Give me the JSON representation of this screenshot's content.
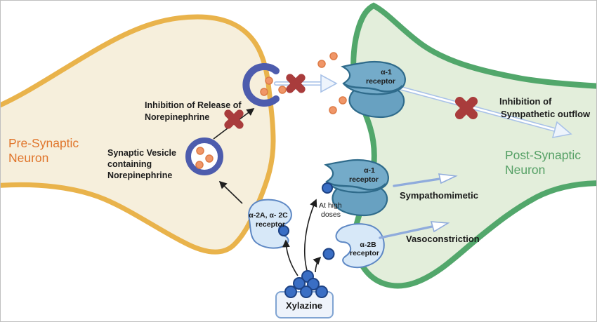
{
  "diagram": {
    "pre_neuron": {
      "line1": "Pre-Synaptic",
      "line2": "Neuron"
    },
    "post_neuron": {
      "line1": "Post-Synaptic",
      "line2": "Neuron"
    },
    "inhibition_release": {
      "line1": "Inhibition of Release of",
      "line2": "Norepinephrine"
    },
    "vesicle_label": {
      "line1": "Synaptic Vesicle",
      "line2": "containing",
      "line3": "Norepinephrine"
    },
    "a1_receptor": {
      "line1": "α-1",
      "line2": "receptor"
    },
    "a2ac_receptor": {
      "line1": "α-2A, α- 2C",
      "line2": "receptor"
    },
    "a2b_receptor": {
      "line1": "α-2B",
      "line2": "receptor"
    },
    "at_high_doses": {
      "line1": "At high",
      "line2": "doses"
    },
    "sympathomimetic": "Sympathomimetic",
    "vasoconstriction": "Vasoconstriction",
    "inhibition_outflow": {
      "line1": "Inhibition of",
      "line2": "Sympathetic outflow"
    },
    "xylazine": "Xylazine"
  },
  "colors": {
    "pre_neuron_fill": "#f6efdc",
    "pre_neuron_border": "#e9b34b",
    "pre_label": "#e0752b",
    "post_neuron_fill": "#e3eedb",
    "post_neuron_border": "#52a76b",
    "post_label": "#55a065",
    "vesicle_ring": "#4d5cad",
    "norepinephrine_dot": "#f09668",
    "a1_receptor_fill": "#74abc9",
    "a1_receptor_border": "#2f6b8b",
    "a2_receptor_fill": "#d7e8f8",
    "a2_receptor_border": "#5e88c4",
    "xylazine_dot": "#3a6ec4",
    "xylazine_dot_border": "#1d4284",
    "xylazine_box_fill": "#eef3fb",
    "xylazine_box_border": "#80a4d2",
    "inhibit_x": "#a93c3c",
    "outcome_arrow": "#a9c2e8",
    "effect_arrow": "#8fabdc",
    "text": "#1c1c1c"
  }
}
